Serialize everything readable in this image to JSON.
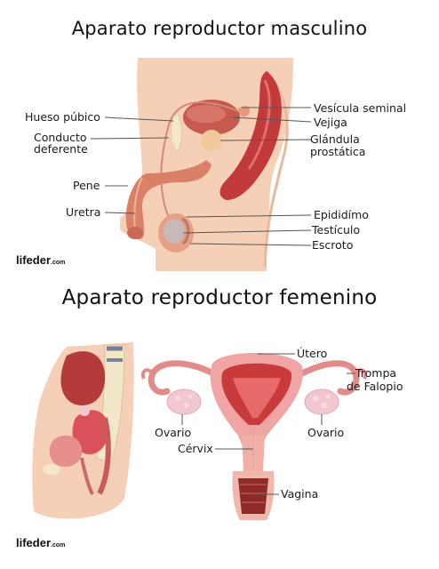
{
  "male": {
    "title": "Aparato reproductor masculino",
    "labels": {
      "hueso_pubico": "Hueso púbico",
      "conducto_deferente_1": "Conducto",
      "conducto_deferente_2": "deferente",
      "pene": "Pene",
      "uretra": "Uretra",
      "vesicula_seminal": "Vesícula seminal",
      "vejiga": "Vejiga",
      "glandula_1": "Glándula",
      "glandula_2": "prostática",
      "epididimo": "Epididímo",
      "testiculo": "Testículo",
      "escroto": "Escroto"
    }
  },
  "female": {
    "title": "Aparato reproductor femenino",
    "labels": {
      "utero": "Útero",
      "trompa_1": "Trompa",
      "trompa_2": "de Falopio",
      "ovario_left": "Ovario",
      "ovario_right": "Ovario",
      "cervix": "Cérvix",
      "vagina": "Vagina"
    }
  },
  "logo": {
    "text": "lifeder",
    "suffix": ".com"
  },
  "colors": {
    "skin": "#f6cfb7",
    "skin_dark": "#e9a98c",
    "organ_red": "#c23a3a",
    "organ_pink": "#e78f8f",
    "ovary": "#f3c7cf",
    "bone": "#f3e7c9"
  }
}
